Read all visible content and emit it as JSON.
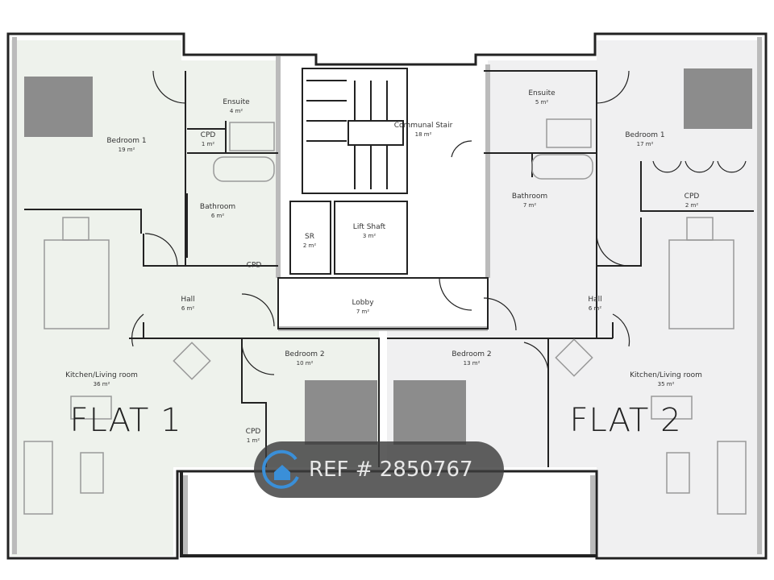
{
  "rooms": {
    "f1_bedroom1": {
      "name": "Bedroom 1",
      "area": "19 m²"
    },
    "f1_ensuite": {
      "name": "Ensuite",
      "area": "4 m²"
    },
    "f1_cpd_a": {
      "name": "CPD",
      "area": "1 m²"
    },
    "f1_bathroom": {
      "name": "Bathroom",
      "area": "6 m²"
    },
    "f1_cpd_b": {
      "name": "CPD",
      "area": ""
    },
    "f1_hall": {
      "name": "Hall",
      "area": "6 m²"
    },
    "f1_bedroom2": {
      "name": "Bedroom 2",
      "area": "10 m²"
    },
    "f1_kitchen": {
      "name": "Kitchen/Living room",
      "area": "36 m²"
    },
    "f1_cpd_c": {
      "name": "CPD",
      "area": "1 m²"
    },
    "stair": {
      "name": "Communal Stair",
      "area": "18 m²"
    },
    "sr": {
      "name": "SR",
      "area": "2 m²"
    },
    "lift": {
      "name": "Lift Shaft",
      "area": "3 m²"
    },
    "lobby": {
      "name": "Lobby",
      "area": "7 m²"
    },
    "f2_ensuite": {
      "name": "Ensuite",
      "area": "5 m²"
    },
    "f2_bathroom": {
      "name": "Bathroom",
      "area": "7 m²"
    },
    "f2_bedroom1": {
      "name": "Bedroom 1",
      "area": "17 m²"
    },
    "f2_cpd": {
      "name": "CPD",
      "area": "2 m²"
    },
    "f2_hall": {
      "name": "Hall",
      "area": "6 m²"
    },
    "f2_bedroom2": {
      "name": "Bedroom 2",
      "area": "13 m²"
    },
    "f2_kitchen": {
      "name": "Kitchen/Living room",
      "area": "35 m²"
    }
  },
  "flats": {
    "flat1": "FLAT 1",
    "flat2": "FLAT 2"
  },
  "watermark": {
    "text": "REF # 2850767",
    "icon": "home-icon",
    "color": "#3a8fd8"
  },
  "colors": {
    "flat1_fill": "#eef2ec",
    "flat2_fill": "#f0f0f1",
    "wall": "#222222",
    "wall_fill": "#bdbdbd"
  }
}
